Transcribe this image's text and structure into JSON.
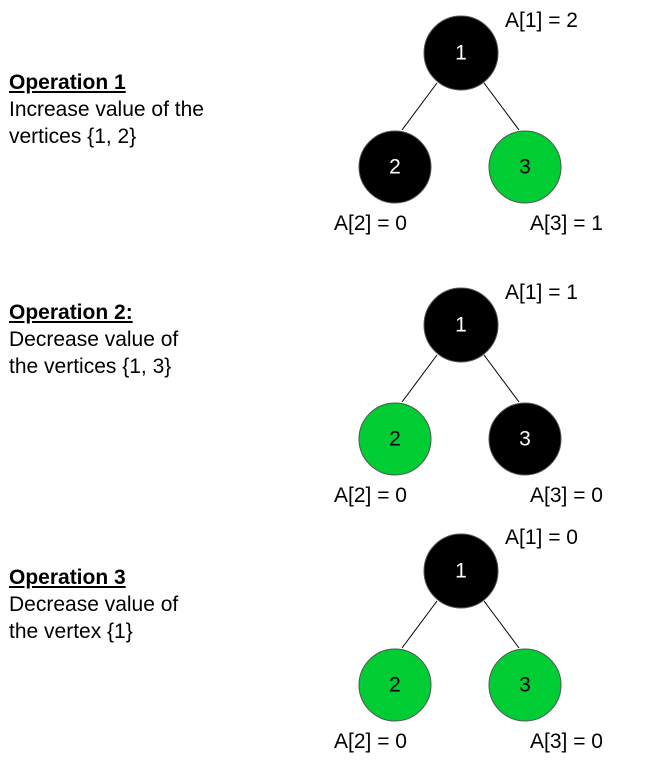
{
  "colors": {
    "active": "#00cc33",
    "inactive": "#000000",
    "text_on_active": "#000000",
    "text_on_inactive": "#ffffff"
  },
  "operations": [
    {
      "title": "Operation 1",
      "lines": [
        "Increase value of the",
        "vertices {1, 2}"
      ],
      "nodes": [
        {
          "id": "1",
          "label": "1",
          "state": "inactive",
          "value_text": "A[1] = 2"
        },
        {
          "id": "2",
          "label": "2",
          "state": "inactive",
          "value_text": "A[2] = 0"
        },
        {
          "id": "3",
          "label": "3",
          "state": "active",
          "value_text": "A[3] = 1"
        }
      ]
    },
    {
      "title": "Operation 2:",
      "lines": [
        "Decrease value of",
        "the vertices {1, 3}"
      ],
      "nodes": [
        {
          "id": "1",
          "label": "1",
          "state": "inactive",
          "value_text": "A[1] = 1"
        },
        {
          "id": "2",
          "label": "2",
          "state": "active",
          "value_text": "A[2] = 0"
        },
        {
          "id": "3",
          "label": "3",
          "state": "inactive",
          "value_text": "A[3] = 0"
        }
      ]
    },
    {
      "title": "Operation 3",
      "lines": [
        "Decrease value of",
        "the vertex {1}"
      ],
      "nodes": [
        {
          "id": "1",
          "label": "1",
          "state": "inactive",
          "value_text": "A[1] = 0"
        },
        {
          "id": "2",
          "label": "2",
          "state": "active",
          "value_text": "A[2] = 0"
        },
        {
          "id": "3",
          "label": "3",
          "state": "active",
          "value_text": "A[3] = 0"
        }
      ]
    }
  ]
}
